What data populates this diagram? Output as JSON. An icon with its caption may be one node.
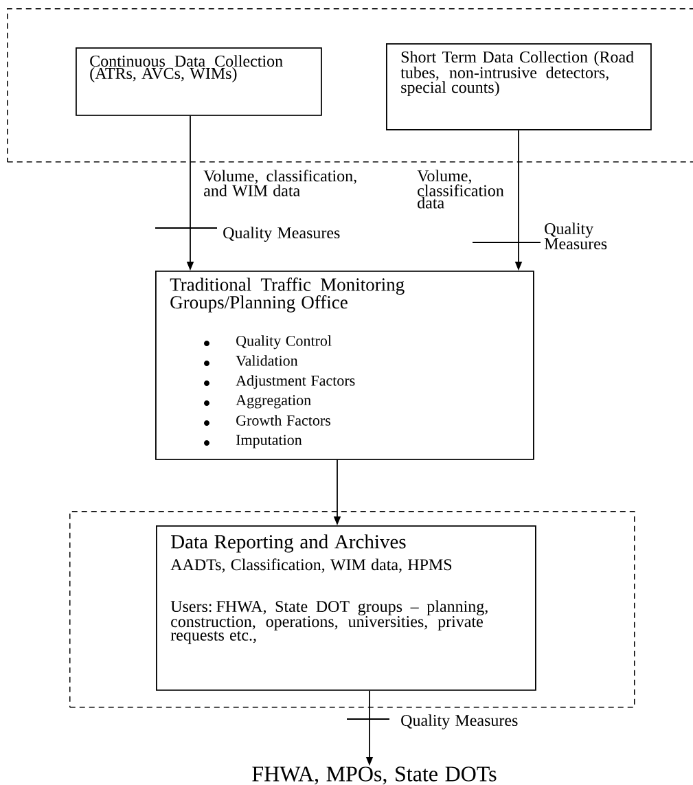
{
  "diagram": {
    "nodes": [
      {
        "text": [],
        "shape": "box"
      },
      {
        "text": [
          "Continuous Data Collection (ATRs, AVCs, WIMs)"
        ],
        "in": 0
      },
      {
        "text": [
          "Short Term Data Collection (Road tubes, non-intrusive detectors, special counts)"
        ],
        "in": 0
      },
      {
        "text": [
          "Traditional Traffic Monitoring Groups/Planning Office",
          "Quality Control",
          "Validation",
          "Adjustment Factors",
          "Aggregation",
          "Growth Factors",
          "Imputation"
        ]
      },
      {
        "text": [],
        "shape": "box"
      },
      {
        "text": [
          "Data Reporting and Archives",
          "AADTs,  Classification, WIM data, HPMS",
          "Users: FHWA, State DOT groups – planning, construction, operations, universities, private requests etc.,"
        ],
        "in": 4
      },
      {
        "text": [
          "FHWA, MPOs, State DOTs"
        ]
      }
    ],
    "edges": [
      {
        "from": 1,
        "to": 3,
        "arrow": "to",
        "label": "Volume, classification, and WIM data"
      },
      {
        "from": 2,
        "to": 3,
        "arrow": "to",
        "label": "Volume, classification data"
      },
      {
        "from": 3,
        "to": 5,
        "arrow": "to"
      },
      {
        "from": 5,
        "to": 6,
        "arrow": "to"
      }
    ],
    "labels": [
      "Quality Measures",
      "Quality Measures",
      "Quality Measures"
    ]
  }
}
